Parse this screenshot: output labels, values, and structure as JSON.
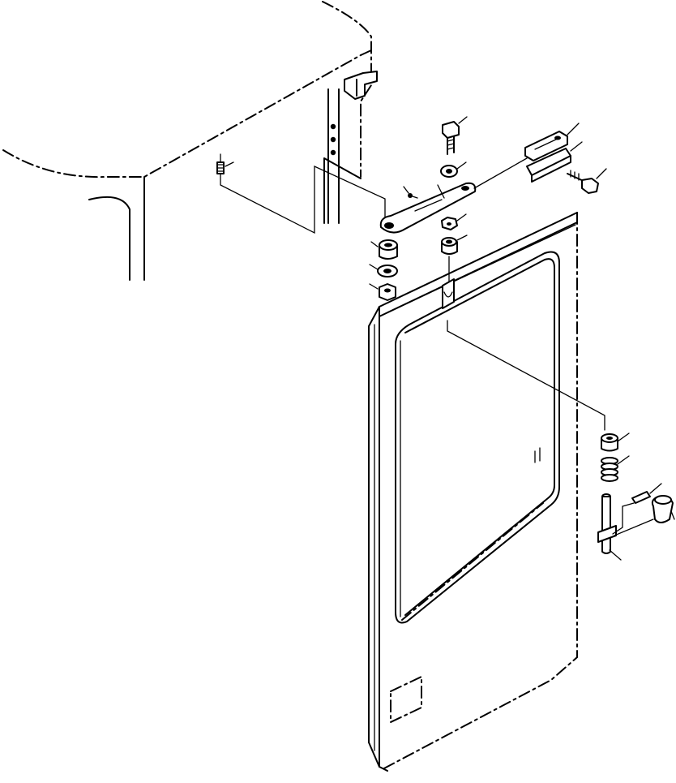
{
  "diagram": {
    "kind": "exploded-parts-view",
    "assembly": "cab-door",
    "parts": [
      {
        "key": "flange-bolt",
        "icon": "bolt-icon"
      },
      {
        "key": "bolt-washer",
        "icon": "washer-icon"
      },
      {
        "key": "link-nut",
        "icon": "nut-icon"
      },
      {
        "key": "link-bushing",
        "icon": "bushing-icon"
      },
      {
        "key": "hinge-link-arm",
        "icon": "link-arm-icon"
      },
      {
        "key": "small-screw",
        "icon": "screw-icon"
      },
      {
        "key": "catch-bracket",
        "icon": "bracket-icon"
      },
      {
        "key": "catch-plate",
        "icon": "plate-icon"
      },
      {
        "key": "plate-bolt",
        "icon": "bolt-icon"
      },
      {
        "key": "left-spacer",
        "icon": "spacer-icon"
      },
      {
        "key": "left-washer",
        "icon": "washer-icon"
      },
      {
        "key": "left-nut",
        "icon": "nut-icon"
      },
      {
        "key": "cab-stud",
        "icon": "stud-icon"
      },
      {
        "key": "pin-bushing",
        "icon": "bushing-icon"
      },
      {
        "key": "pin-spring",
        "icon": "spring-icon"
      },
      {
        "key": "roll-pin",
        "icon": "pin-icon"
      },
      {
        "key": "knob",
        "icon": "knob-icon"
      },
      {
        "key": "lock-pin-rod",
        "icon": "rod-icon"
      },
      {
        "key": "door-panel",
        "icon": "door-icon"
      },
      {
        "key": "cab-body",
        "icon": "cab-icon"
      }
    ]
  }
}
